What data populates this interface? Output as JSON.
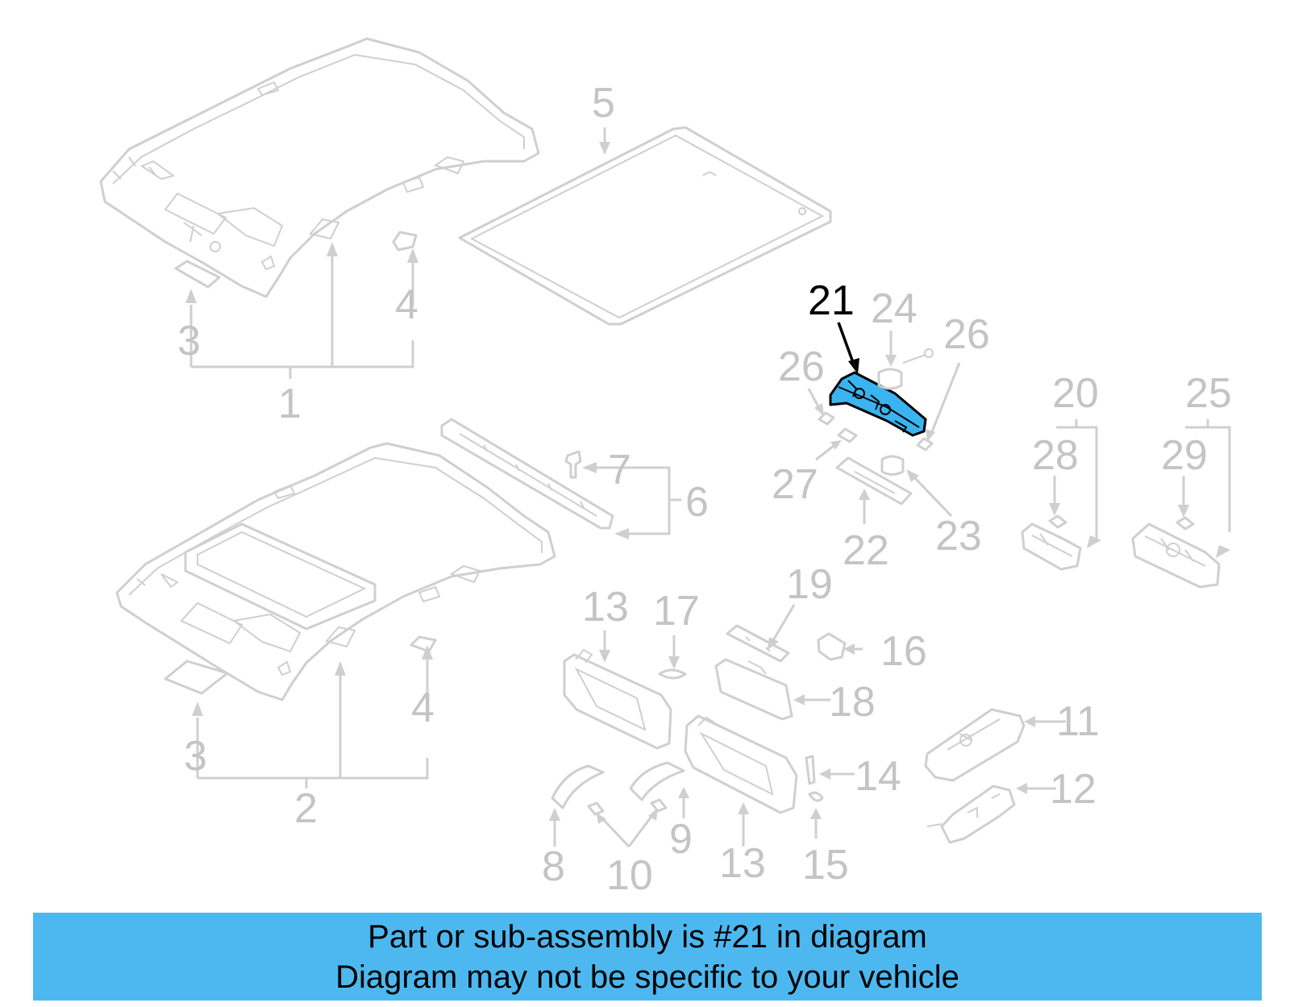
{
  "banner": {
    "line1": "Part or sub-assembly is #21 in diagram",
    "line2": "Diagram may not be specific to your vehicle",
    "color": "#4db8ef"
  },
  "highlight": {
    "part_number": "21",
    "color": "#3ab4f0"
  },
  "callouts": {
    "c1": "1",
    "c2": "2",
    "c3a": "3",
    "c3b": "3",
    "c4a": "4",
    "c4b": "4",
    "c5": "5",
    "c6": "6",
    "c7": "7",
    "c8": "8",
    "c9": "9",
    "c10": "10",
    "c11": "11",
    "c12": "12",
    "c13a": "13",
    "c13b": "13",
    "c14": "14",
    "c15": "15",
    "c16": "16",
    "c17": "17",
    "c18": "18",
    "c19": "19",
    "c20": "20",
    "c21": "21",
    "c22": "22",
    "c23": "23",
    "c24": "24",
    "c25": "25",
    "c26a": "26",
    "c26b": "26",
    "c27": "27",
    "c28": "28",
    "c29": "29"
  }
}
